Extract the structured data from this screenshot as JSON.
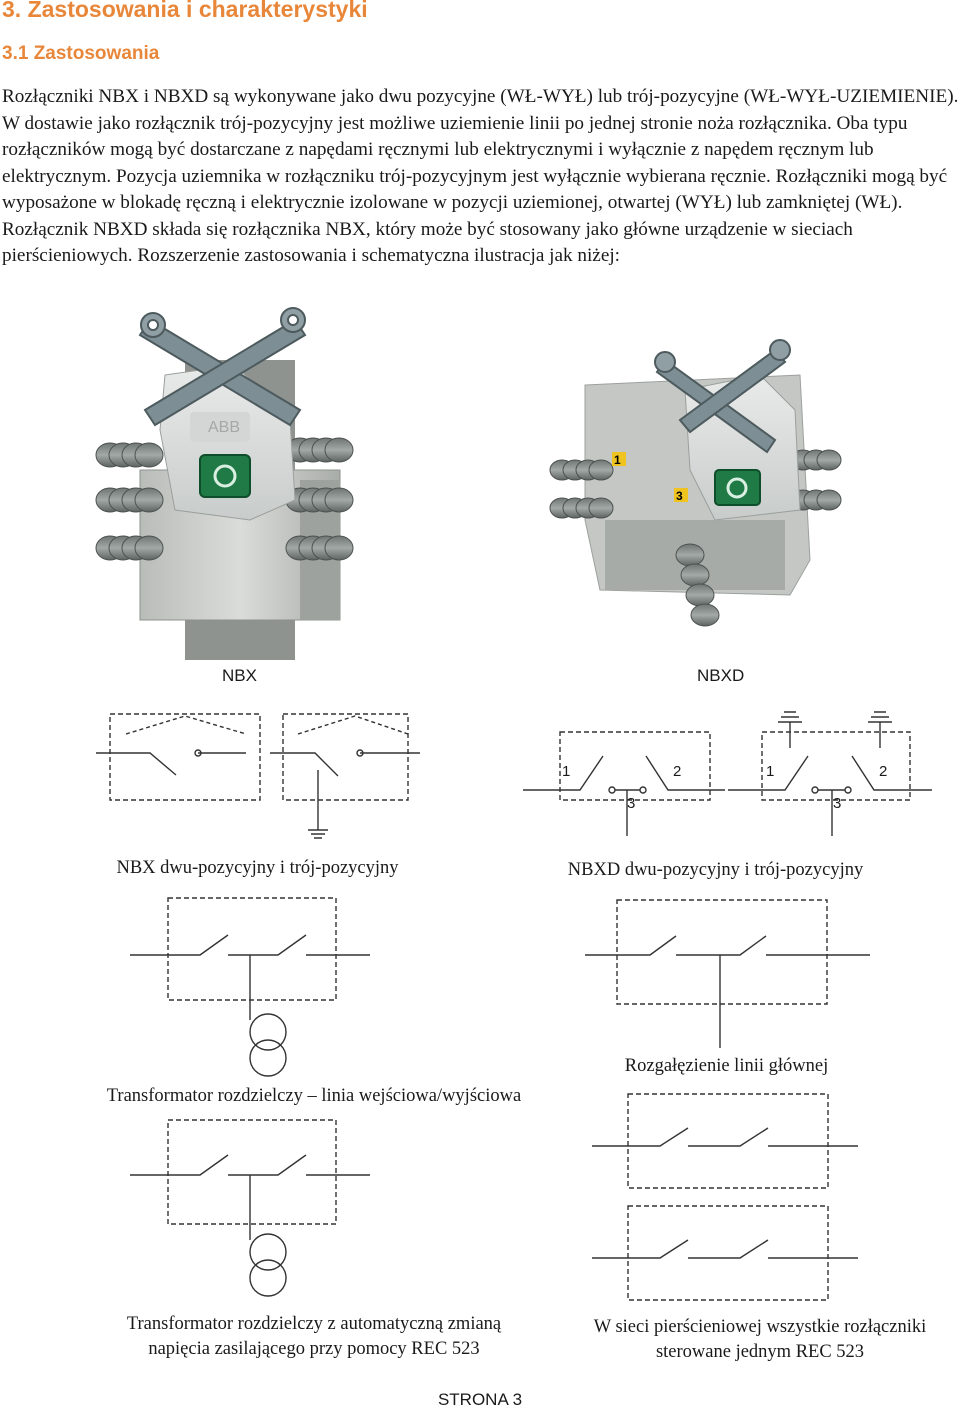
{
  "heading": {
    "title": "3.  Zastosowania i charakterystyki",
    "subtitle": "3.1 Zastosowania"
  },
  "body_text": "Rozłączniki NBX i NBXD są wykonywane jako dwu pozycyjne (WŁ-WYŁ) lub trój-pozycyjne (WŁ-WYŁ-UZIEMIENIE). W dostawie jako rozłącznik trój-pozycyjny jest możliwe uziemienie linii po jednej stronie noża rozłącznika. Oba typu rozłączników mogą być dostarczane z napędami ręcznymi lub elektrycznymi i wyłącznie z napędem ręcznym lub elektrycznym. Pozycja uziemnika w rozłączniku trój-pozycyjnym jest wyłącznie wybierana ręcznie. Rozłączniki mogą być wyposażone w blokadę ręczną i elektrycznie izolowane w pozycji uziemionej, otwartej (WYŁ) lub zamkniętej (WŁ). Rozłącznik NBXD składa się rozłącznika NBX, który może być stosowany jako główne urządzenie w sieciach pierścieniowych. Rozszerzenie zastosowania i schematyczna ilustracja jak niżej:",
  "photos": {
    "nbx_label": "NBX",
    "nbxd_label": "NBXD",
    "nbx_nameplate": "ABB",
    "marker_1": "1",
    "marker_3": "3"
  },
  "schematics": {
    "terminal_1": "1",
    "terminal_2": "2",
    "terminal_3": "3"
  },
  "captions": {
    "nbx_types": "NBX dwu-pozycyjny i trój-pozycyjny",
    "nbxd_types": "NBXD dwu-pozycyjny i trój-pozycyjny",
    "transformer_io": "Transformator rozdzielczy – linia wejściowa/wyjściowa",
    "main_branch": "Rozgałęzienie linii głównej",
    "transformer_auto_line1": "Transformator rozdzielczy z automatyczną zmianą",
    "transformer_auto_line2": "napięcia zasilającego przy pomocy REC 523",
    "ring_line1": "W sieci pierścieniowej wszystkie rozłączniki",
    "ring_line2": "sterowane jednym REC 523"
  },
  "footer": "STRONA 3",
  "colors": {
    "heading": "#e8873a",
    "text": "#1a1a1a",
    "housing": "#c9ccc8",
    "arm": "#7d8f94",
    "lens": "#1f7a45"
  }
}
